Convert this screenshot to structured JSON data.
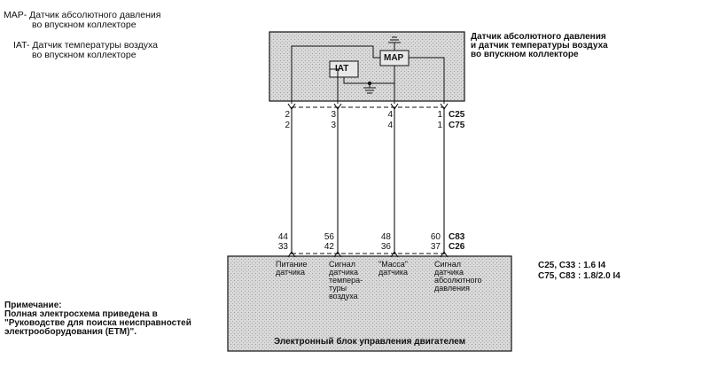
{
  "legend": {
    "map_abbr": "MAP",
    "map_desc_line1": "- Датчик абсолютного давления",
    "map_desc_line2": "во впускном коллекторе",
    "iat_abbr": "IAT",
    "iat_desc_line1": "- Датчик температуры воздуха",
    "iat_desc_line2": "во впускном коллекторе"
  },
  "sensor": {
    "title_line1": "Датчик абсолютного давления",
    "title_line2": "и датчик температуры воздуха",
    "title_line3": "во впускном коллекторе",
    "iat_label": "IAT",
    "map_label": "MAP"
  },
  "connectors": {
    "top_a": "C25",
    "top_b": "C75",
    "bottom_a": "C83",
    "bottom_b": "C26"
  },
  "pins": {
    "top_row1": [
      "2",
      "3",
      "4",
      "1"
    ],
    "top_row2": [
      "2",
      "3",
      "4",
      "1"
    ],
    "bottom_row1": [
      "44",
      "56",
      "48",
      "60"
    ],
    "bottom_row2": [
      "33",
      "42",
      "36",
      "37"
    ]
  },
  "signals": [
    "Питание\nдатчика",
    "Сигнал\nдатчика\nтемпера-\nтуры\nвоздуха",
    "\"Масса\"\nдатчика",
    "Сигнал\nдатчика\nабсолютного\nдавления"
  ],
  "variants": {
    "line1": "C25, C33 : 1.6 I4",
    "line2": "C75, C83 : 1.8/2.0 I4"
  },
  "note": {
    "heading": "Примечание:",
    "line1": "Полная электросхема приведена в",
    "line2": "\"Руководстве для поиска неисправностей",
    "line3": "электрооборудования (ETM)\"."
  },
  "ecu": {
    "label": "Электронный блок управления двигателем"
  }
}
